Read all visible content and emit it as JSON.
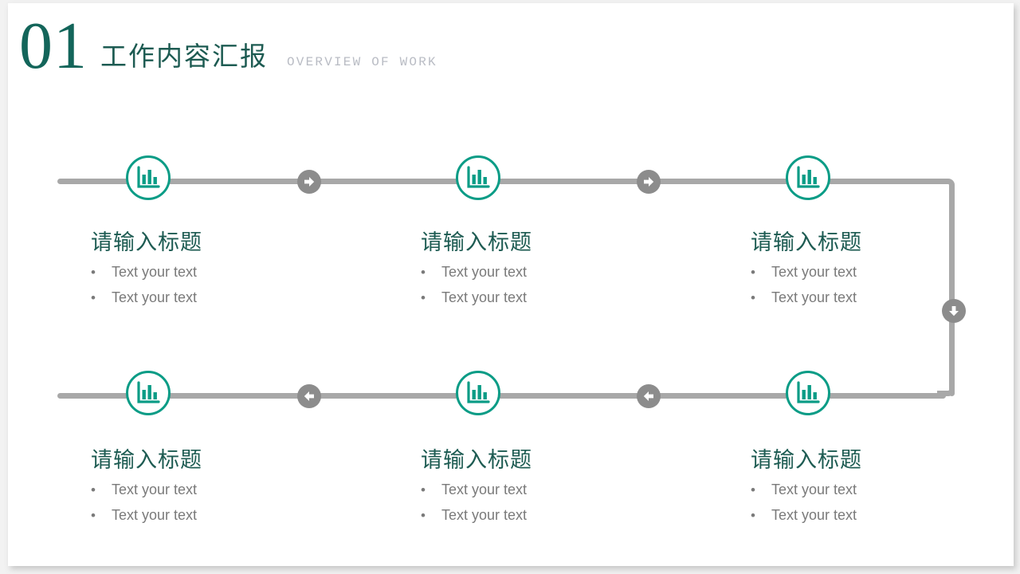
{
  "header": {
    "number": "01",
    "title_cn": "工作内容汇报",
    "title_en": "OVERVIEW OF WORK"
  },
  "theme": {
    "accent_green": "#0b9c86",
    "title_green": "#1d5b52",
    "number_green": "#13655a",
    "track_gray": "#a8a8a8",
    "arrow_gray": "#8c8c8c",
    "body_gray": "#7a7a7a",
    "subtitle_gray": "#b9bcc4",
    "slide_background": "#ffffff"
  },
  "flow": {
    "node_icon": "bar-chart-icon",
    "connectors": [
      {
        "name": "arrow-right-1",
        "direction": "right"
      },
      {
        "name": "arrow-right-2",
        "direction": "right"
      },
      {
        "name": "arrow-down-1",
        "direction": "down"
      },
      {
        "name": "arrow-left-1",
        "direction": "left"
      },
      {
        "name": "arrow-left-2",
        "direction": "left"
      }
    ],
    "steps": [
      {
        "title": "请输入标题",
        "bullets": [
          "Text your text",
          "Text your text"
        ],
        "bullet_marker": "•"
      },
      {
        "title": "请输入标题",
        "bullets": [
          "Text your text",
          "Text your text"
        ],
        "bullet_marker": "•"
      },
      {
        "title": "请输入标题",
        "bullets": [
          "Text your text",
          "Text your text"
        ],
        "bullet_marker": "•"
      },
      {
        "title": "请输入标题",
        "bullets": [
          "Text your text",
          "Text your text"
        ],
        "bullet_marker": "•"
      },
      {
        "title": "请输入标题",
        "bullets": [
          "Text your text",
          "Text your text"
        ],
        "bullet_marker": "•"
      },
      {
        "title": "请输入标题",
        "bullets": [
          "Text your text",
          "Text your text"
        ],
        "bullet_marker": "•"
      }
    ]
  }
}
